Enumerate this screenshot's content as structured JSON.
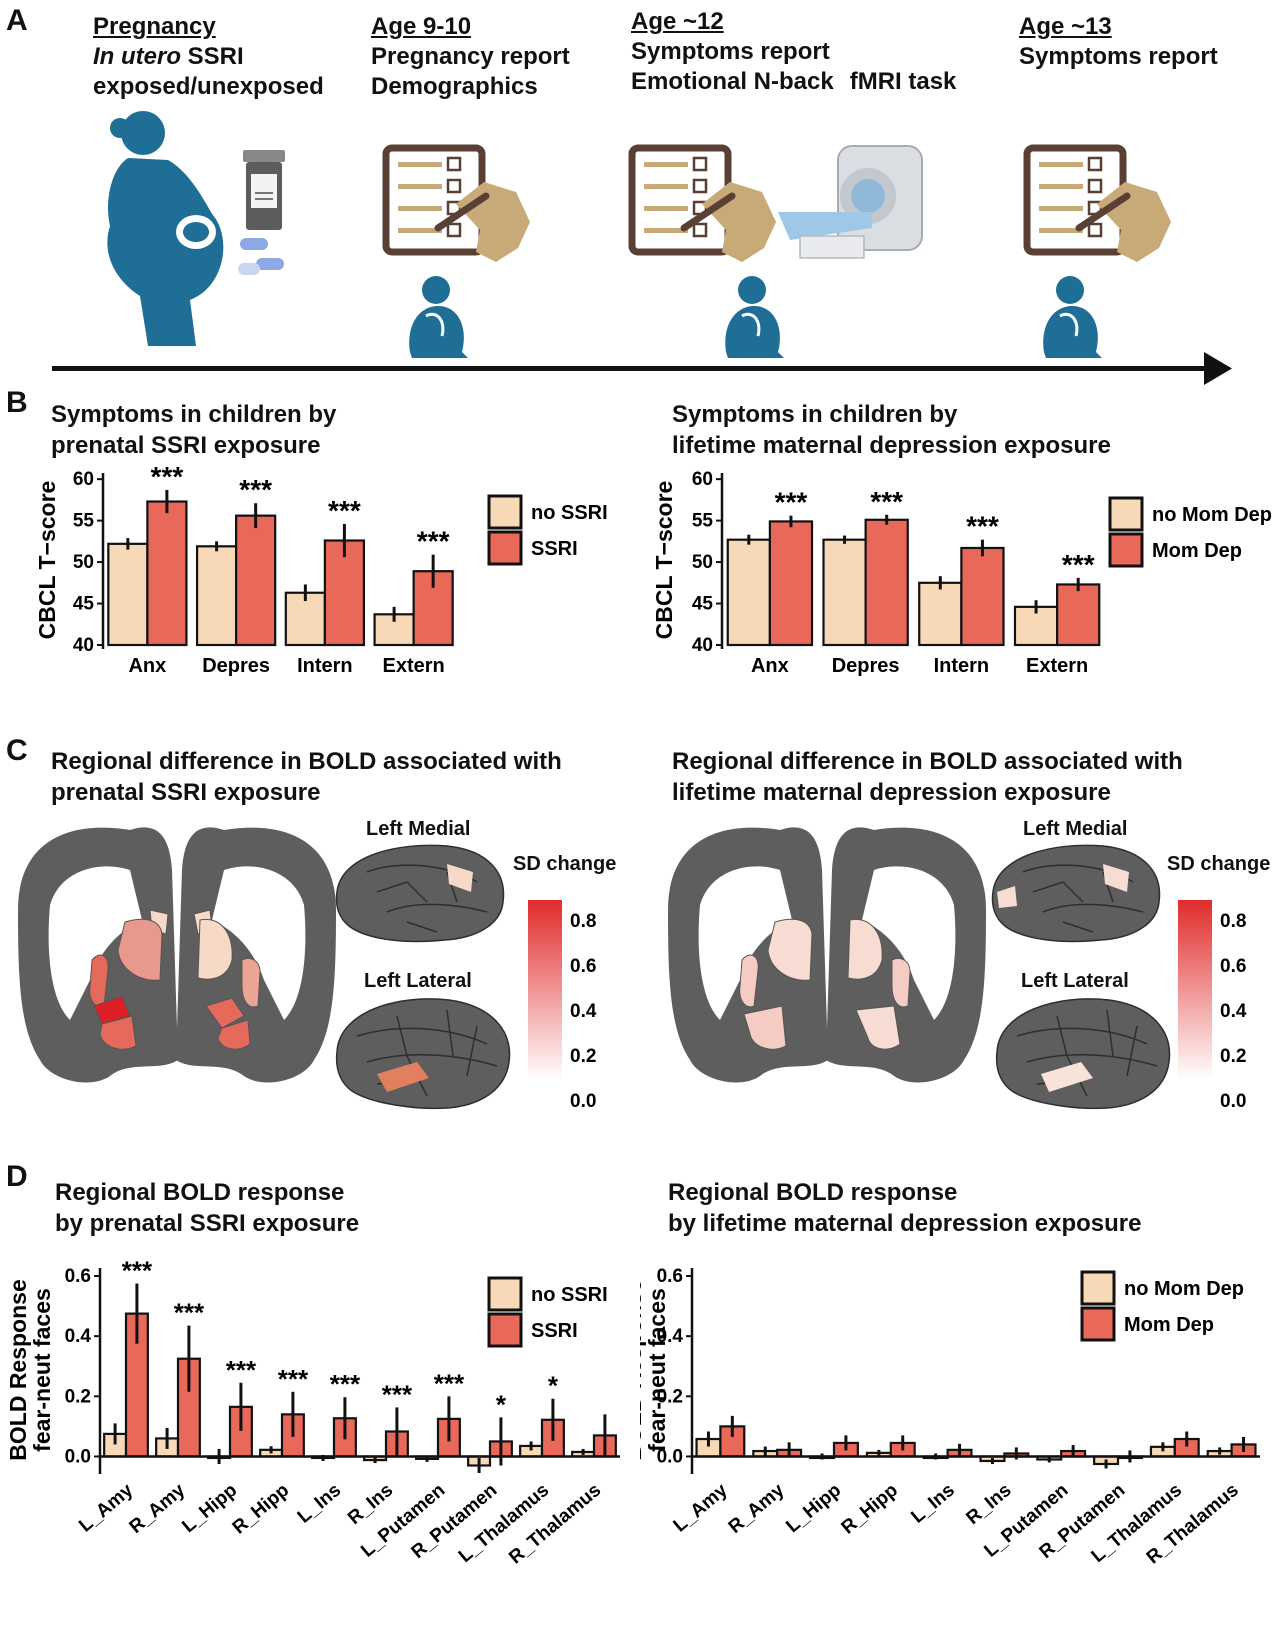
{
  "panels": {
    "A": "A",
    "B": "B",
    "C": "C",
    "D": "D"
  },
  "timeline": {
    "stages": [
      {
        "title": "Pregnancy",
        "line1_italic": "In utero",
        "line1_rest": " SSRI",
        "line2": "exposed/unexposed"
      },
      {
        "title": "Age 9-10",
        "line1": "Pregnancy report",
        "line2": "Demographics"
      },
      {
        "title": "Age ~12",
        "line1": "Symptoms report",
        "line2a": "Emotional N-back",
        "line2b": "fMRI task"
      },
      {
        "title": "Age ~13",
        "line1": "Symptoms report"
      }
    ],
    "icons": [
      "pregnant-woman-icon",
      "pill-bottle-icon",
      "capsule-icon",
      "checklist-icon",
      "writing-hand-icon",
      "sitting-child-icon",
      "mri-scanner-icon"
    ]
  },
  "panelB": {
    "left": {
      "title1": "Symptoms in children by",
      "title2": "prenatal SSRI exposure"
    },
    "right": {
      "title1": "Symptoms in children by",
      "title2": "lifetime maternal depression exposure"
    }
  },
  "panelC": {
    "left": {
      "title1": "Regional difference in BOLD associated with",
      "title2": "prenatal SSRI exposure",
      "medial": "Left Medial",
      "lateral": "Left Lateral",
      "scale_title": "SD change",
      "scale_ticks": [
        "0.8",
        "0.6",
        "0.4",
        "0.2",
        "0.0"
      ]
    },
    "right": {
      "title1": "Regional difference in BOLD associated with",
      "title2": "lifetime maternal depression exposure",
      "medial": "Left Medial",
      "lateral": "Left Lateral",
      "scale_title": "SD change",
      "scale_ticks": [
        "0.8",
        "0.6",
        "0.4",
        "0.2",
        "0.0"
      ]
    }
  },
  "panelD": {
    "left": {
      "title1": "Regional BOLD response",
      "title2": "by prenatal SSRI exposure"
    },
    "right": {
      "title1": "Regional BOLD response",
      "title2": "by lifetime maternal depression exposure"
    }
  },
  "colors": {
    "control": "#f7d9b8",
    "exposed": "#e8685a",
    "brain_gray": "#5e5e5e",
    "scale_top": "#e02b2b",
    "scale_bottom": "#ffffff"
  },
  "chart_data": [
    {
      "id": "B-left",
      "type": "bar",
      "categories": [
        "Anx",
        "Depres",
        "Intern",
        "Extern"
      ],
      "series": [
        {
          "name": "no SSRI",
          "values": [
            52.2,
            51.9,
            46.3,
            43.7
          ],
          "err": [
            0.7,
            0.6,
            1.0,
            0.9
          ]
        },
        {
          "name": "SSRI",
          "values": [
            57.3,
            55.6,
            52.6,
            48.9
          ],
          "err": [
            1.4,
            1.5,
            2.0,
            2.0
          ]
        }
      ],
      "significance": [
        "***",
        "***",
        "***",
        "***"
      ],
      "ylabel": "CBCL T−score",
      "yticks": [
        40,
        45,
        50,
        55,
        60
      ],
      "ylim": [
        40,
        60.5
      ],
      "legend": "top-right"
    },
    {
      "id": "B-right",
      "type": "bar",
      "categories": [
        "Anx",
        "Depres",
        "Intern",
        "Extern"
      ],
      "series": [
        {
          "name": "no Mom Dep",
          "values": [
            52.7,
            52.7,
            47.5,
            44.6
          ],
          "err": [
            0.6,
            0.5,
            0.8,
            0.8
          ]
        },
        {
          "name": "Mom Dep",
          "values": [
            54.9,
            55.1,
            51.7,
            47.3
          ],
          "err": [
            0.7,
            0.6,
            1.0,
            0.8
          ]
        }
      ],
      "significance": [
        "***",
        "***",
        "***",
        "***"
      ],
      "ylabel": "CBCL T−score",
      "yticks": [
        40,
        45,
        50,
        55,
        60
      ],
      "ylim": [
        40,
        60.5
      ],
      "legend": "top-right"
    },
    {
      "id": "D-left",
      "type": "bar",
      "categories": [
        "L_Amy",
        "R_Amy",
        "L_Hipp",
        "R_Hipp",
        "L_Ins",
        "R_Ins",
        "L_Putamen",
        "R_Putamen",
        "L_Thalamus",
        "R_Thalamus"
      ],
      "series": [
        {
          "name": "no SSRI",
          "values": [
            0.075,
            0.06,
            0.0,
            0.022,
            -0.005,
            -0.012,
            -0.008,
            -0.03,
            0.035,
            0.015
          ],
          "err": [
            0.035,
            0.035,
            0.025,
            0.012,
            0.01,
            0.01,
            0.01,
            0.025,
            0.015,
            0.01
          ]
        },
        {
          "name": "SSRI",
          "values": [
            0.475,
            0.325,
            0.165,
            0.14,
            0.127,
            0.083,
            0.125,
            0.05,
            0.122,
            0.07
          ],
          "err": [
            0.1,
            0.11,
            0.08,
            0.075,
            0.07,
            0.08,
            0.075,
            0.08,
            0.07,
            0.07
          ]
        }
      ],
      "significance": [
        "***",
        "***",
        "***",
        "***",
        "***",
        "***",
        "***",
        "*",
        "*",
        ""
      ],
      "ylabel": "BOLD Response fear-neut faces",
      "yticks": [
        0.0,
        0.2,
        0.4,
        0.6
      ],
      "ylim": [
        -0.045,
        0.62
      ],
      "legend": "top-right"
    },
    {
      "id": "D-right",
      "type": "bar",
      "categories": [
        "L_Amy",
        "R_Amy",
        "L_Hipp",
        "R_Hipp",
        "L_Ins",
        "R_Ins",
        "L_Putamen",
        "R_Putamen",
        "L_Thalamus",
        "R_Thalamus"
      ],
      "series": [
        {
          "name": "no Mom Dep",
          "values": [
            0.058,
            0.018,
            0.0,
            0.012,
            0.0,
            -0.015,
            -0.01,
            -0.025,
            0.032,
            0.018
          ],
          "err": [
            0.025,
            0.015,
            0.01,
            0.01,
            0.01,
            0.01,
            0.01,
            0.015,
            0.015,
            0.012
          ]
        },
        {
          "name": "Mom Dep",
          "values": [
            0.1,
            0.022,
            0.045,
            0.045,
            0.022,
            0.01,
            0.018,
            0.0,
            0.058,
            0.04
          ],
          "err": [
            0.035,
            0.025,
            0.025,
            0.025,
            0.02,
            0.02,
            0.02,
            0.02,
            0.025,
            0.025
          ]
        }
      ],
      "significance": [
        "",
        "",
        "",
        "",
        "",
        "",
        "",
        "",
        "",
        ""
      ],
      "ylabel": "BOLD Response fear-neut faces",
      "yticks": [
        0.0,
        0.2,
        0.4,
        0.6
      ],
      "ylim": [
        -0.045,
        0.62
      ],
      "legend": "top-right"
    }
  ]
}
